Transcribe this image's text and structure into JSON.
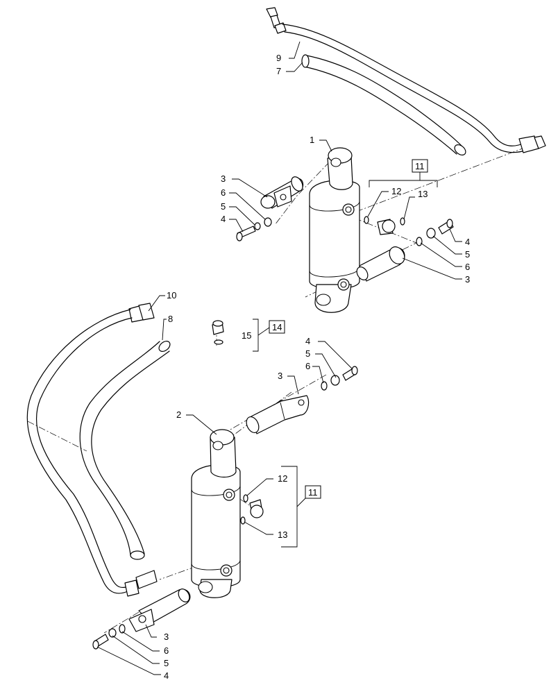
{
  "callouts": {
    "c1": "1",
    "c2": "2",
    "c3a": "3",
    "c3b": "3",
    "c3c": "3",
    "c3d": "3",
    "c4a": "4",
    "c4b": "4",
    "c4c": "4",
    "c4d": "4",
    "c5a": "5",
    "c5b": "5",
    "c5c": "5",
    "c5d": "5",
    "c6a": "6",
    "c6b": "6",
    "c6c": "6",
    "c6d": "6",
    "c7": "7",
    "c8": "8",
    "c9": "9",
    "c10": "10",
    "c12a": "12",
    "c12b": "12",
    "c13a": "13",
    "c13b": "13",
    "c15": "15"
  },
  "boxed_callouts": {
    "b11a": "11",
    "b11b": "11",
    "b14": "14"
  }
}
